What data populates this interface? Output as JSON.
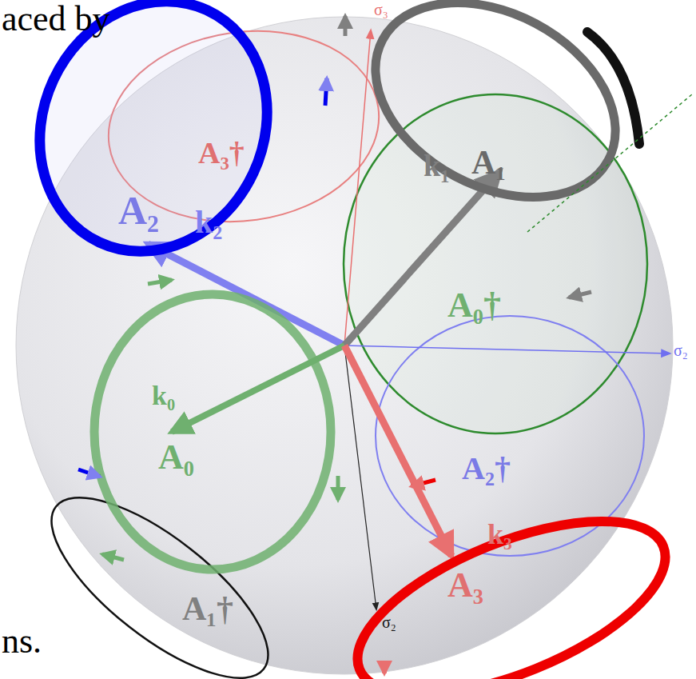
{
  "diagram": {
    "labels": [
      "aced by",
      "ns.",
      "σ₃",
      "σ₂",
      "σ₂",
      "A₃†",
      "A₂",
      "k₂",
      "k₁",
      "A₁",
      "A₀†",
      "k₀",
      "A₀",
      "A₂†",
      "k₃",
      "A₃",
      "A₁†"
    ]
  }
}
